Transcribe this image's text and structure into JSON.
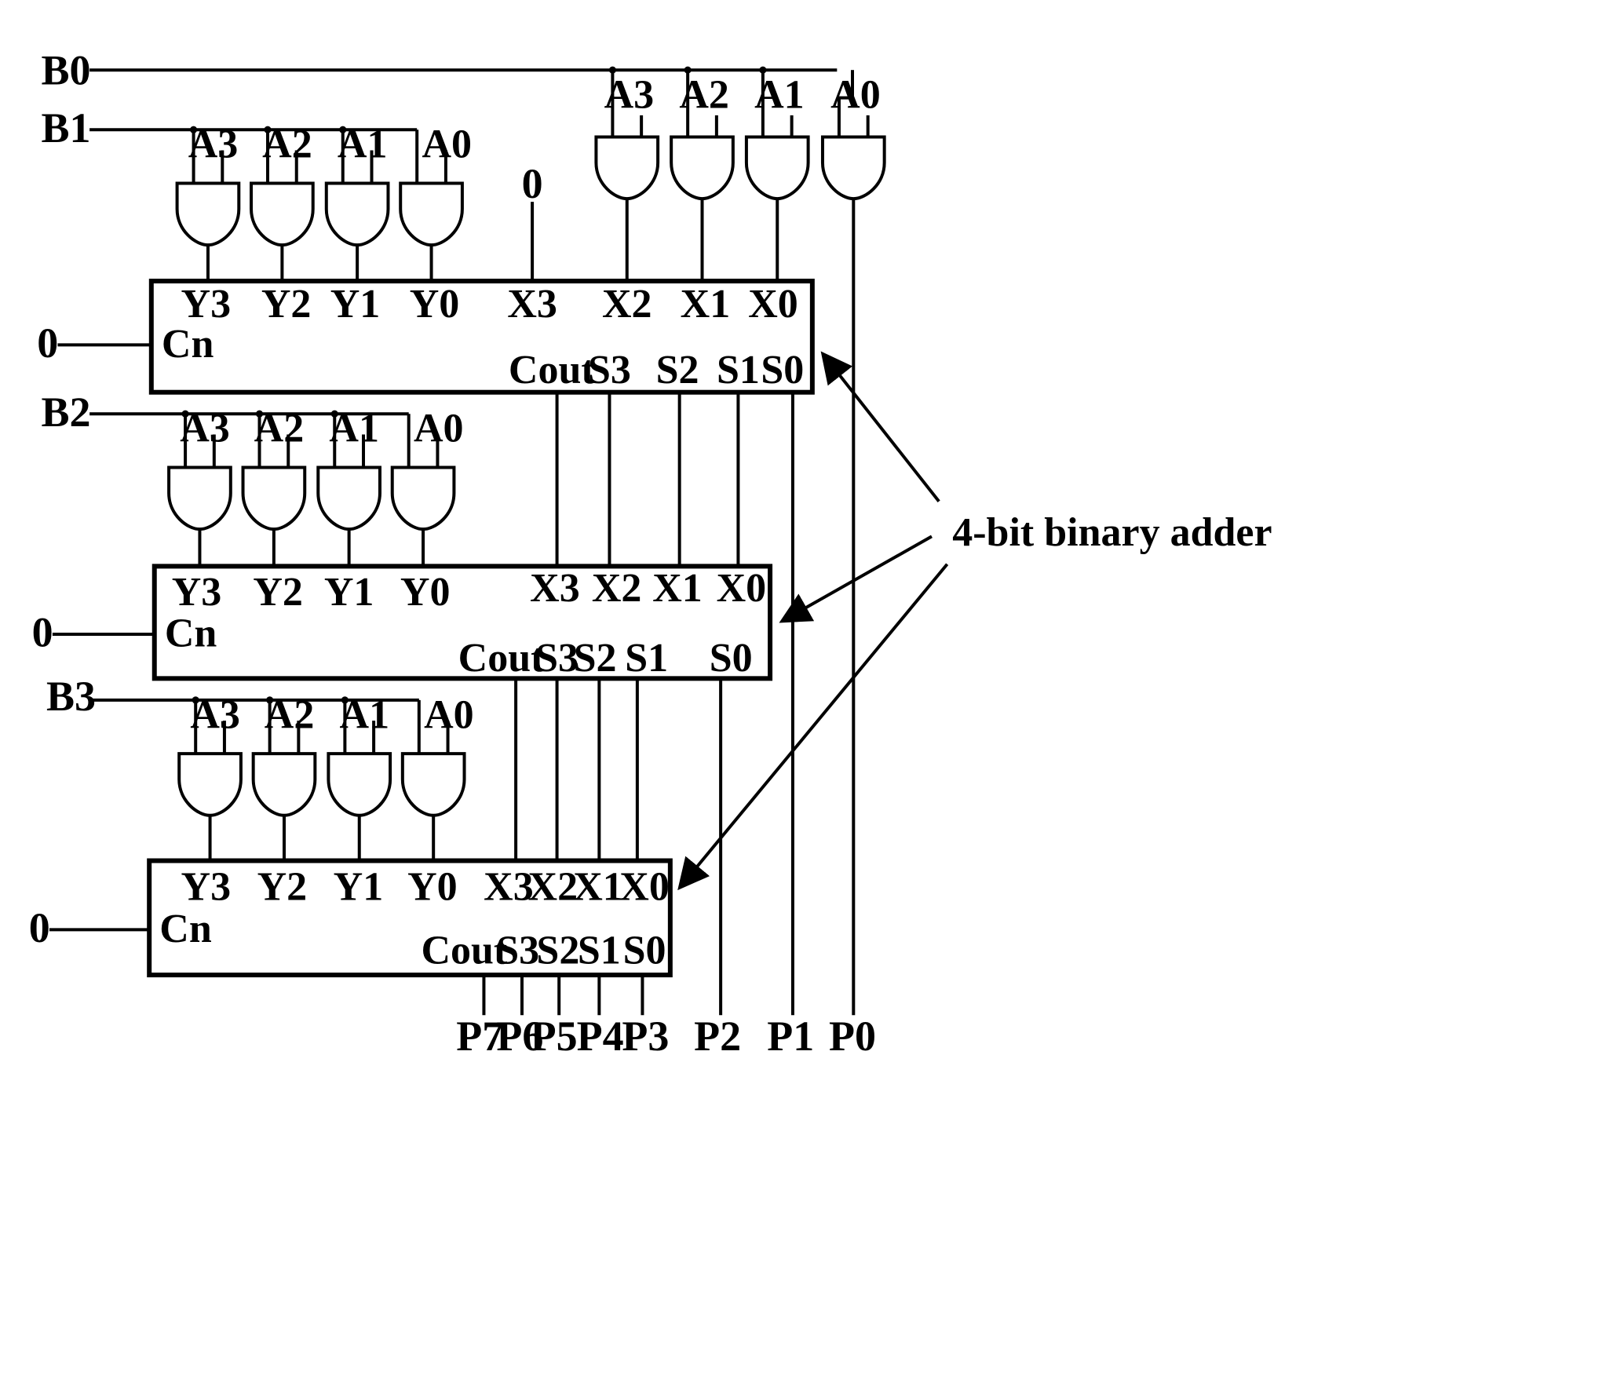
{
  "inputs": {
    "b": [
      "B0",
      "B1",
      "B2",
      "B3"
    ],
    "a": [
      "A3",
      "A2",
      "A1",
      "A0"
    ],
    "zero": "0"
  },
  "adder_pins": {
    "y": [
      "Y3",
      "Y2",
      "Y1",
      "Y0"
    ],
    "x": [
      "X3",
      "X2",
      "X1",
      "X0"
    ],
    "cn": "Cn",
    "cout": "Cout",
    "s": [
      "S3",
      "S2",
      "S1",
      "S0"
    ]
  },
  "outputs": [
    "P7",
    "P6",
    "P5",
    "P4",
    "P3",
    "P2",
    "P1",
    "P0"
  ],
  "annotation": "4-bit binary adder"
}
